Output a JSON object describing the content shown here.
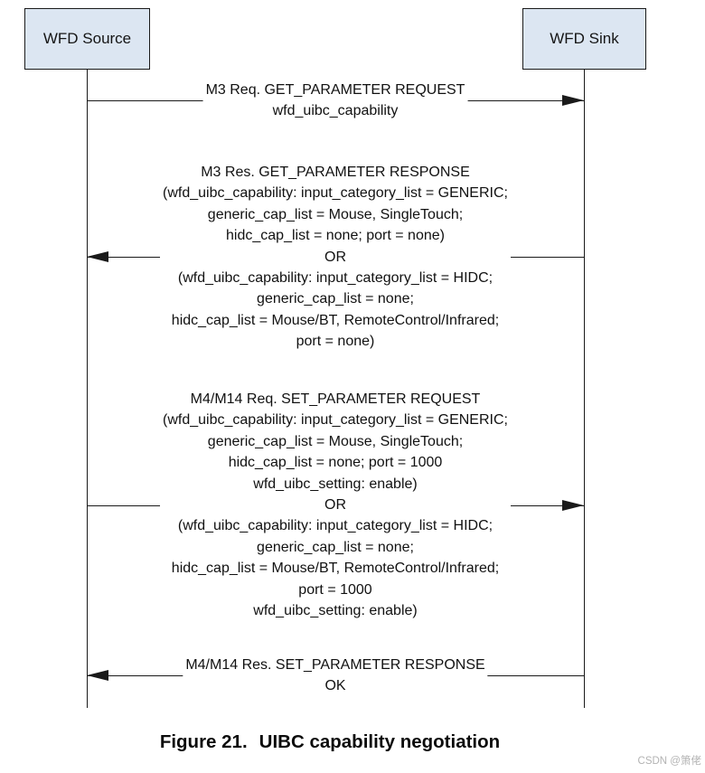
{
  "colors": {
    "actor_box_fill": "#dce6f2",
    "line": "#1a1a1a",
    "text": "#111111",
    "watermark": "#b3b3b3"
  },
  "actors": [
    {
      "label": "WFD Source"
    },
    {
      "label": "WFD Sink"
    }
  ],
  "messages": [
    {
      "direction": "right",
      "text": "M3 Req. GET_PARAMETER REQUEST\nwfd_uibc_capability"
    },
    {
      "direction": "left",
      "text": "M3 Res. GET_PARAMETER RESPONSE\n(wfd_uibc_capability: input_category_list = GENERIC;\ngeneric_cap_list = Mouse, SingleTouch;\nhidc_cap_list = none; port = none)\nOR\n(wfd_uibc_capability: input_category_list = HIDC;\ngeneric_cap_list = none;\nhidc_cap_list = Mouse/BT, RemoteControl/Infrared;\nport = none)"
    },
    {
      "direction": "right",
      "text": "M4/M14 Req. SET_PARAMETER REQUEST\n(wfd_uibc_capability: input_category_list = GENERIC;\ngeneric_cap_list = Mouse, SingleTouch;\nhidc_cap_list = none; port = 1000\nwfd_uibc_setting: enable)\nOR\n(wfd_uibc_capability: input_category_list = HIDC;\ngeneric_cap_list = none;\nhidc_cap_list = Mouse/BT, RemoteControl/Infrared;\nport = 1000\nwfd_uibc_setting: enable)"
    },
    {
      "direction": "left",
      "text": "M4/M14 Res. SET_PARAMETER RESPONSE\nOK"
    }
  ],
  "caption": {
    "figure_label": "Figure 21.",
    "title": "UIBC capability negotiation"
  },
  "watermark": "CSDN @箫佬"
}
